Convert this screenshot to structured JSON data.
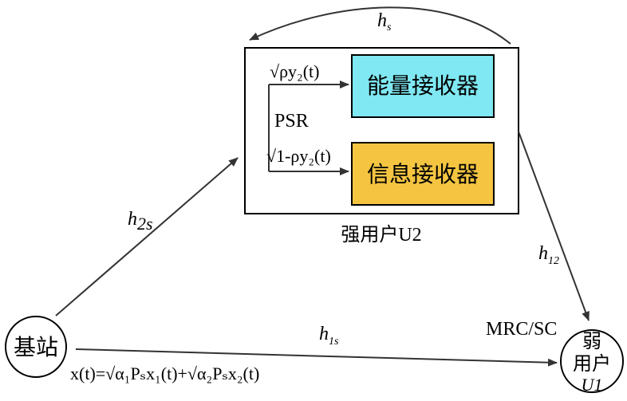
{
  "nodes": {
    "base_station": "基站",
    "weak_user": [
      "弱",
      "用户",
      "U1"
    ],
    "strong_user_label": "强用户U2",
    "energy_receiver": "能量接收器",
    "info_receiver": "信息接收器",
    "psr": "PSR",
    "mrc_sc": "MRC/SC"
  },
  "channels": {
    "hs": {
      "base": "h",
      "sub": "s"
    },
    "h2s": {
      "base": "h",
      "sub": "2s"
    },
    "h1s": {
      "base": "h",
      "sub": "1s"
    },
    "h12": {
      "base": "h",
      "sub": "12"
    }
  },
  "signals": {
    "energy_branch": "√ρy₂(t)",
    "info_branch": "√1-ρy₂(t)",
    "transmit": "x(t)=√α₁Pₛx₁(t)+√α₂Pₛx₂(t)"
  },
  "colors": {
    "energy_fill": "#7fe8f2",
    "info_fill": "#f5c542",
    "line": "#333333"
  }
}
